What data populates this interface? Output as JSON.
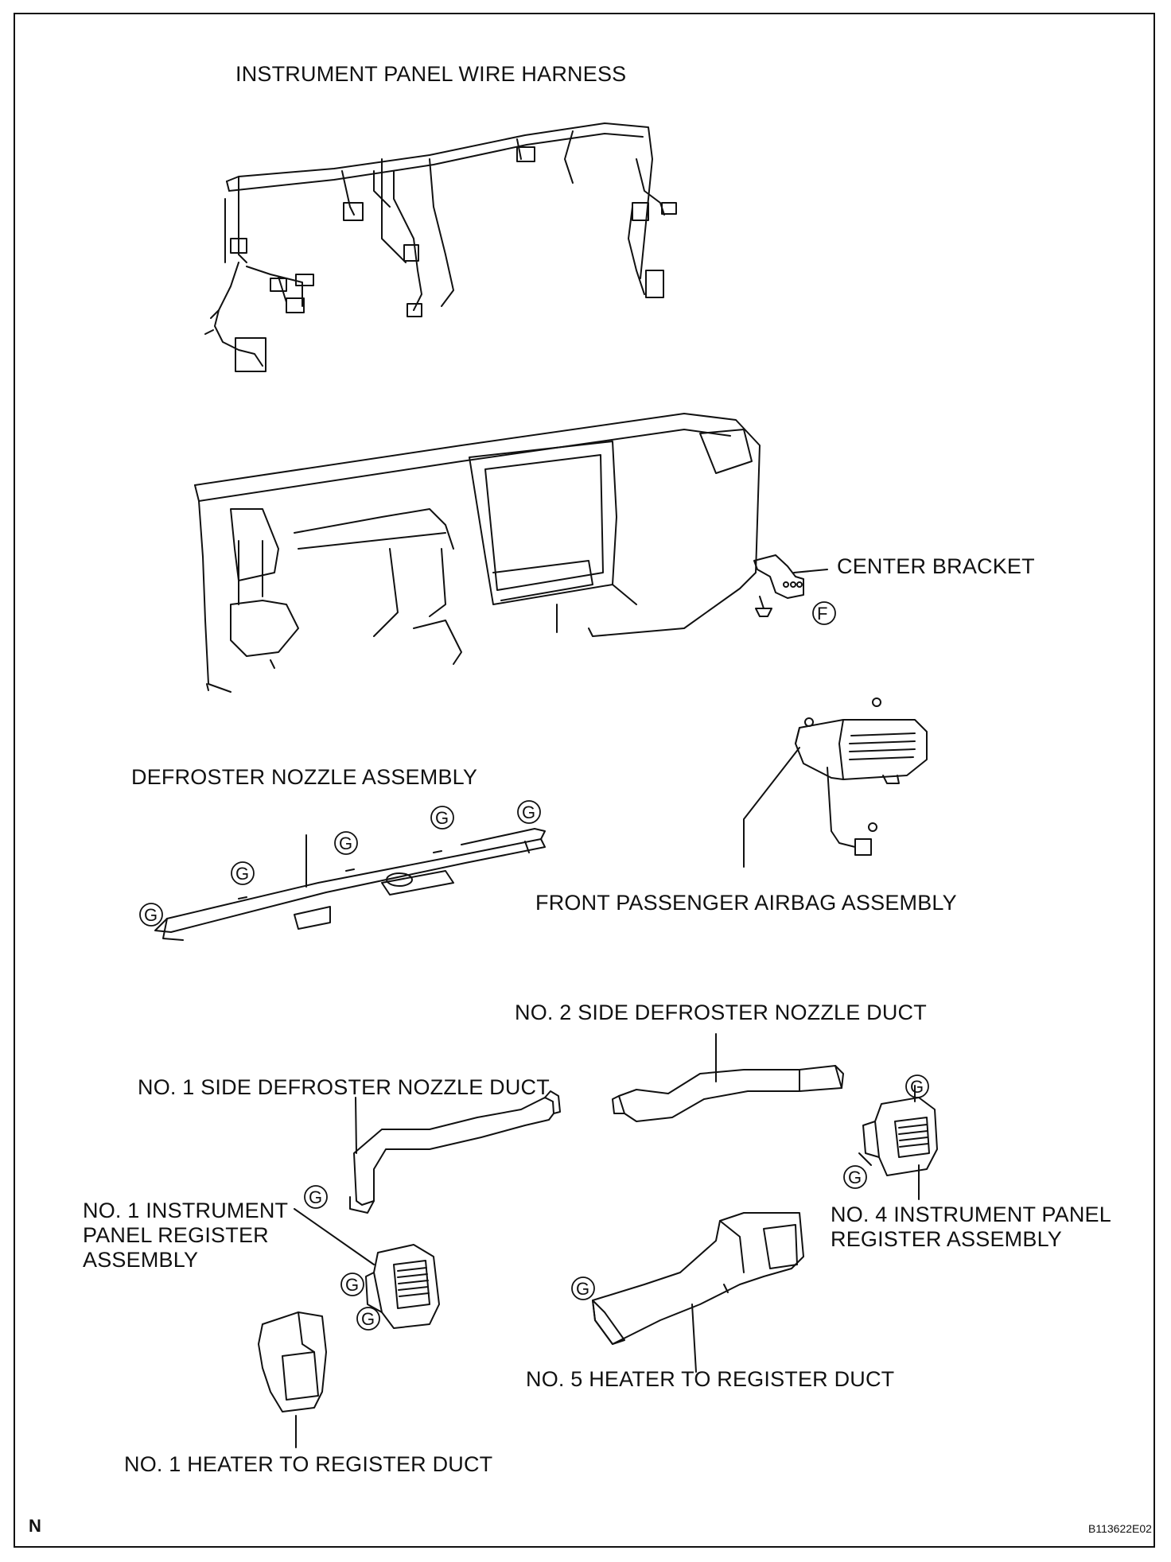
{
  "labels": {
    "wire_harness": "INSTRUMENT PANEL WIRE HARNESS",
    "center_bracket": "CENTER BRACKET",
    "defroster_nozzle": "DEFROSTER NOZZLE ASSEMBLY",
    "passenger_airbag": "FRONT PASSENGER AIRBAG ASSEMBLY",
    "side_defroster_2": "NO. 2 SIDE DEFROSTER NOZZLE DUCT",
    "side_defroster_1": "NO. 1 SIDE DEFROSTER NOZZLE DUCT",
    "register_4_line1": "NO. 4 INSTRUMENT PANEL",
    "register_4_line2": "REGISTER ASSEMBLY",
    "register_1_line1": "NO. 1 INSTRUMENT",
    "register_1_line2": "PANEL REGISTER",
    "register_1_line3": "ASSEMBLY",
    "heater_duct_5": "NO. 5 HEATER TO REGISTER DUCT",
    "heater_duct_1": "NO. 1 HEATER TO REGISTER DUCT"
  },
  "markers": {
    "f": "F",
    "g": "G"
  },
  "footer": {
    "corner_mark": "N",
    "figure_code": "B113622E02"
  }
}
